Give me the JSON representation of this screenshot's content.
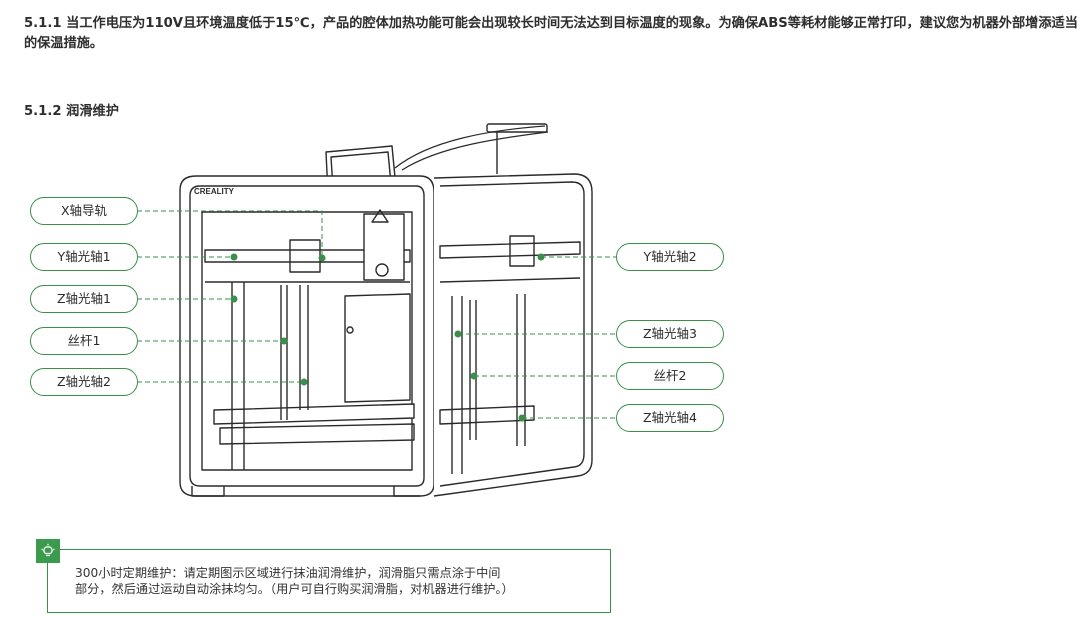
{
  "section": {
    "paragraph_511": "5.1.1 当工作电压为110V且环境温度低于15℃，产品的腔体加热功能可能会出现较长时间无法达到目标温度的现象。为确保ABS等耗材能够正常打印，建议您为机器外部增添适当的保温措施。",
    "heading_512": "5.1.2 润滑维护"
  },
  "diagram": {
    "brand": "CREALITY",
    "labels": {
      "x_rail": "X轴导轨",
      "y_shaft_1": "Y轴光轴1",
      "z_shaft_1": "Z轴光轴1",
      "lead_screw_1": "丝杆1",
      "z_shaft_2": "Z轴光轴2",
      "y_shaft_2": "Y轴光轴2",
      "z_shaft_3": "Z轴光轴3",
      "lead_screw_2": "丝杆2",
      "z_shaft_4": "Z轴光轴4"
    },
    "accent_color": "#3a8f4a"
  },
  "tip": {
    "icon": "lightbulb-icon",
    "text_line1": "300小时定期维护：请定期图示区域进行抹油润滑维护，润滑脂只需点涂于中间",
    "text_line2": "部分，然后通过运动自动涂抹均匀。（用户可自行购买润滑脂，对机器进行维护。）"
  }
}
